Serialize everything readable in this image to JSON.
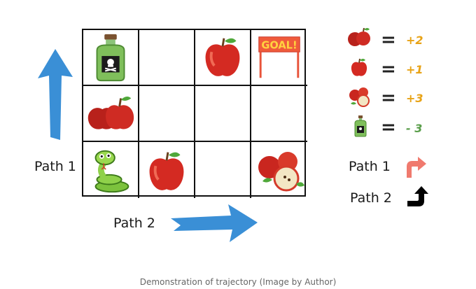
{
  "grid": {
    "rows": 3,
    "cols": 4,
    "cells": [
      [
        "poison-bottle",
        "empty",
        "single-apple",
        "goal-sign"
      ],
      [
        "two-apples",
        "empty",
        "empty",
        "empty"
      ],
      [
        "snake",
        "single-apple",
        "empty",
        "apple-group"
      ]
    ],
    "goal_text": "GOAL!"
  },
  "labels": {
    "path1_left": "Path 1",
    "path2_bottom": "Path 2"
  },
  "legend": {
    "rewards": [
      {
        "icon": "two-apples-icon",
        "equals": "=",
        "value": "+2",
        "color": "#e8a317"
      },
      {
        "icon": "apple-icon",
        "equals": "=",
        "value": "+1",
        "color": "#e8a317"
      },
      {
        "icon": "apple-group-icon",
        "equals": "=",
        "value": "+3",
        "color": "#e8a317"
      },
      {
        "icon": "poison-bottle-icon",
        "equals": "=",
        "value": "- 3",
        "color": "#5a9e4b"
      }
    ],
    "paths": [
      {
        "label": "Path 1",
        "arrow": "red-turn-right-arrow-icon",
        "color": "#f07a6e"
      },
      {
        "label": "Path 2",
        "arrow": "black-turn-up-arrow-icon",
        "color": "#000000"
      }
    ]
  },
  "colors": {
    "blue_arrow": "#3a8fd6"
  },
  "caption": "Demonstration of trajectory (Image by Author)"
}
